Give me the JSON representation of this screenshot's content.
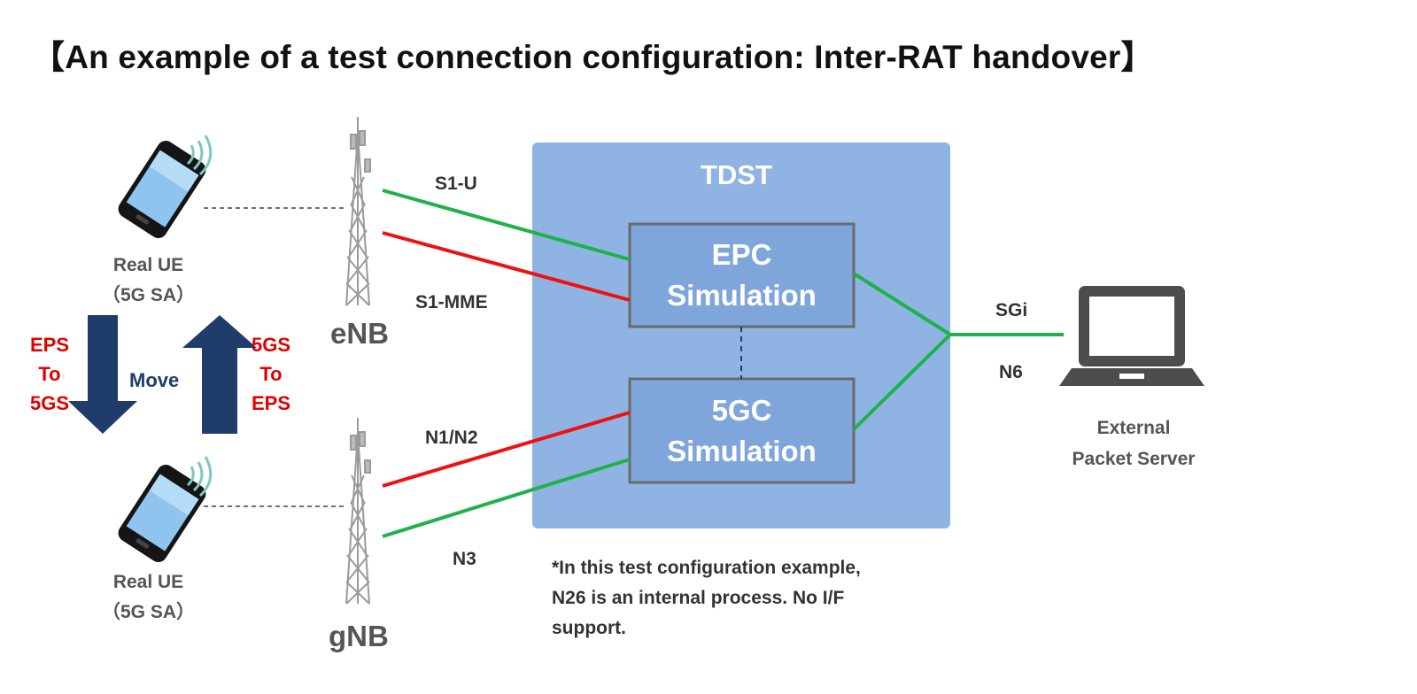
{
  "title": "【An example of a test connection configuration: Inter-RAT handover】",
  "tdst": {
    "label": "TDST",
    "epc": {
      "line1": "EPC",
      "line2": "Simulation"
    },
    "fivegc": {
      "line1": "5GC",
      "line2": "Simulation"
    }
  },
  "ue_top": {
    "line1": "Real UE",
    "line2": "（5G SA）"
  },
  "ue_bottom": {
    "line1": "Real UE",
    "line2": "（5G  SA）"
  },
  "arrows": {
    "down": {
      "line1": "EPS",
      "line2": "To",
      "line3": "5GS"
    },
    "up": {
      "line1": "5GS",
      "line2": "To",
      "line3": "EPS"
    },
    "move": "Move"
  },
  "nodes": {
    "enb": "eNB",
    "gnb": "gNB"
  },
  "interfaces": {
    "s1u": "S1-U",
    "s1mme": "S1-MME",
    "n1n2": "N1/N2",
    "n3": "N3",
    "sgi": "SGi",
    "n6": "N6"
  },
  "server": {
    "line1": "External",
    "line2": "Packet Server"
  },
  "note": {
    "line1": "*In this test configuration example,",
    "line2": "N26 is an internal process. No I/F",
    "line3": "support."
  },
  "colors": {
    "tdst_bg": "#8fb4e3",
    "box_bg": "#7fa6da",
    "green": "#1db24a",
    "red": "#f01010",
    "navy": "#1f3c6b",
    "alert": "#e10000"
  }
}
